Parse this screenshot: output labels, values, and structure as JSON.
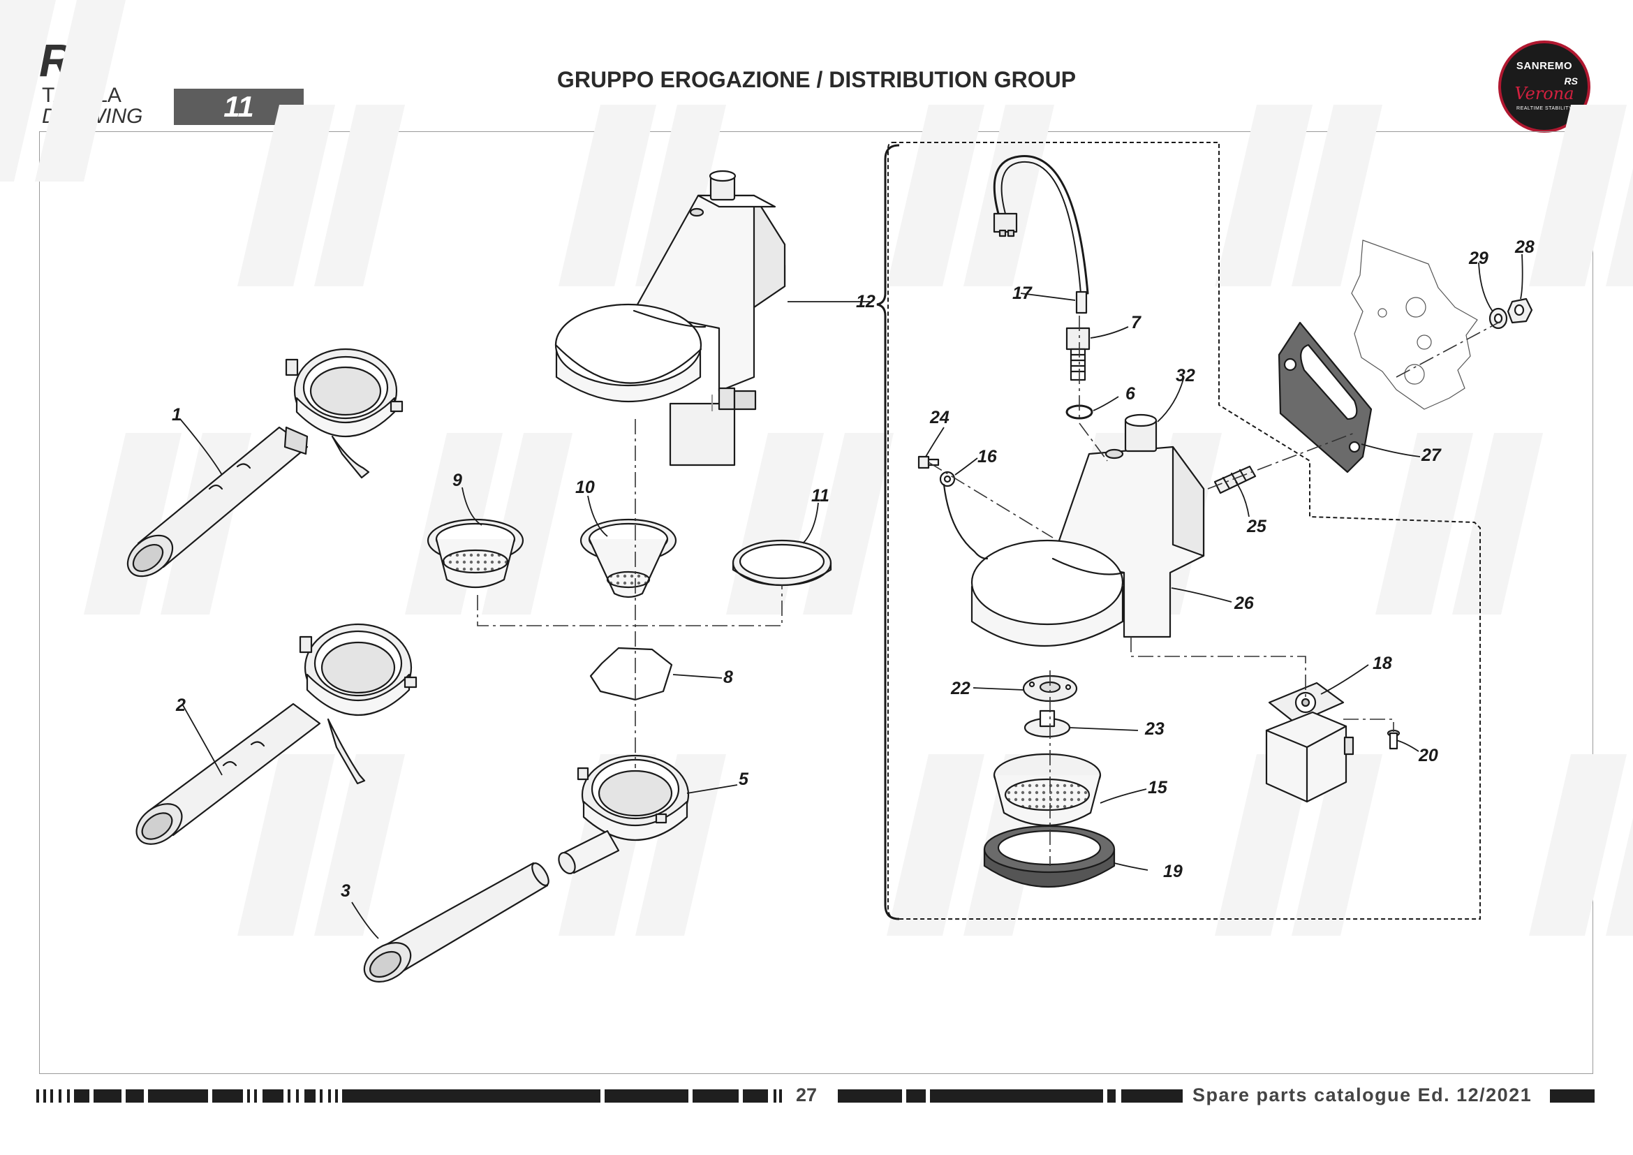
{
  "header": {
    "model": "RS",
    "tavola_label": "TAVOLA",
    "drawing_label": "DRAWING",
    "drawing_number": "11",
    "title": "GRUPPO EROGAZIONE / DISTRIBUTION GROUP"
  },
  "logo": {
    "brand": "SANREMO",
    "sub": "RS",
    "script": "Verona",
    "tagline": "REALTIME STABILITY",
    "colors": {
      "ring": "#b01830",
      "background": "#1b1b1b",
      "script": "#d3203f"
    }
  },
  "callouts": [
    "1",
    "2",
    "3",
    "5",
    "6",
    "7",
    "8",
    "9",
    "10",
    "11",
    "12",
    "15",
    "16",
    "17",
    "18",
    "19",
    "20",
    "22",
    "23",
    "24",
    "25",
    "26",
    "27",
    "28",
    "29",
    "32"
  ],
  "footer": {
    "page": "27",
    "edition": "Spare parts catalogue Ed. 12/2021"
  },
  "watermark_icon": "ell-watermark-icon"
}
